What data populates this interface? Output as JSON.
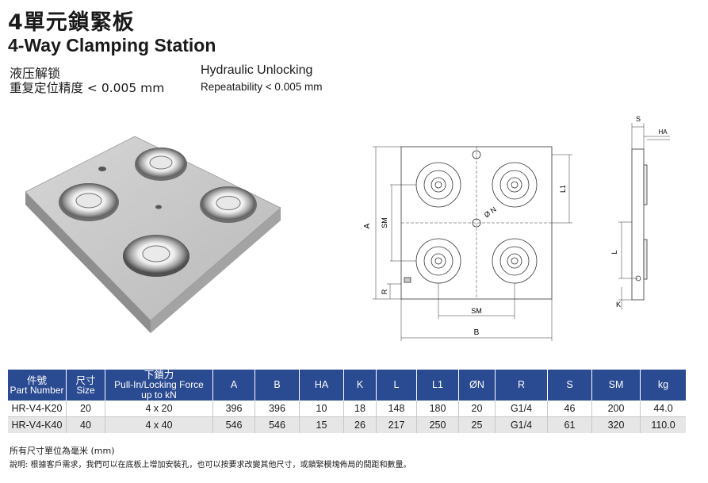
{
  "header": {
    "title_cn": "4單元鎖緊板",
    "title_en": "4-Way Clamping Station",
    "sub1_cn": "液压解锁",
    "sub2_cn": "重复定位精度 < 0.005 mm",
    "sub1_en": "Hydraulic Unlocking",
    "sub2_en": "Repeatability < 0.005 mm"
  },
  "drawing": {
    "front_labels": {
      "a": "A",
      "b": "B",
      "sm_v": "SM",
      "sm_h": "SM",
      "l1": "L1",
      "r": "R",
      "dn": "Ø N"
    },
    "side_labels": {
      "s": "S",
      "ha": "HA",
      "l": "L",
      "k": "K"
    }
  },
  "table": {
    "headers": [
      {
        "cn": "件號",
        "en": "Part Number"
      },
      {
        "cn": "尺寸",
        "en": "Size"
      },
      {
        "cn": "下鎖力",
        "en": "Pull-In/Locking Force",
        "en2": "up to kN"
      },
      {
        "en": "A"
      },
      {
        "en": "B"
      },
      {
        "en": "HA"
      },
      {
        "en": "K"
      },
      {
        "en": "L"
      },
      {
        "en": "L1"
      },
      {
        "en": "ØN"
      },
      {
        "en": "R"
      },
      {
        "en": "S"
      },
      {
        "en": "SM"
      },
      {
        "en": "kg"
      }
    ],
    "rows": [
      [
        "HR-V4-K20",
        "20",
        "4 x 20",
        "396",
        "396",
        "10",
        "18",
        "148",
        "180",
        "20",
        "G1/4",
        "46",
        "200",
        "44.0"
      ],
      [
        "HR-V4-K40",
        "40",
        "4 x 40",
        "546",
        "546",
        "15",
        "26",
        "217",
        "250",
        "25",
        "G1/4",
        "61",
        "320",
        "110.0"
      ]
    ]
  },
  "notes": {
    "unit": "所有尺寸單位為毫米 (mm)",
    "remark": "說明: 根據客戶需求，我們可以在底板上增加安裝孔，也可以按要求改變其他尺寸，或鎖緊模塊佈局的間距和數量。"
  }
}
